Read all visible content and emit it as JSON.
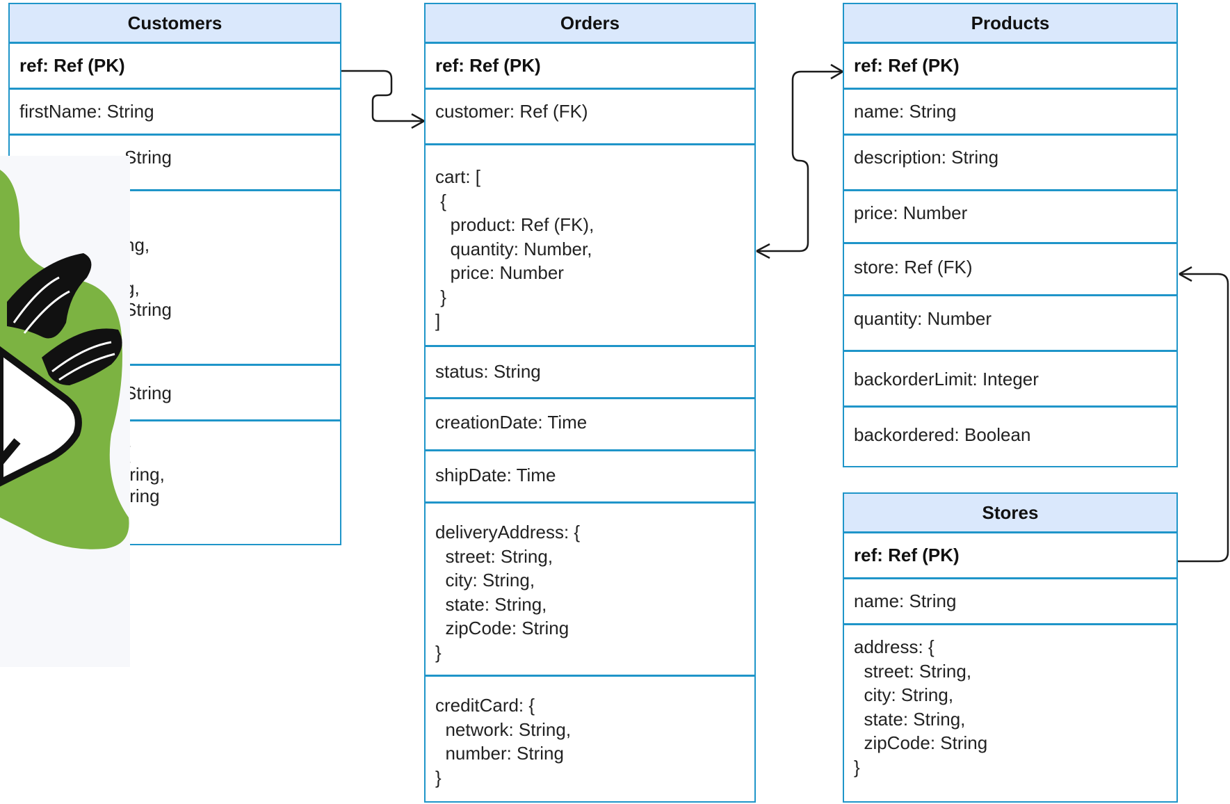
{
  "customers": {
    "title": "Customers",
    "rows": [
      "ref: Ref (PK)",
      "firstName: String",
      "lastName: String",
      "email: String,\nphone: String,\naddress: String,\nzipCode: String",
      "password: String",
      "creditCard: {\n  network: String,\n  number: String\n}"
    ],
    "visible_rows": [
      "ref: Ref (PK)",
      "firstName: String",
      "String",
      "ng,\n,\ng,\nString",
      "String",
      "{\ntring,\ntring"
    ]
  },
  "orders": {
    "title": "Orders",
    "rows": [
      "ref: Ref (PK)",
      "customer: Ref (FK)",
      "cart: [\n {\n   product: Ref (FK),\n   quantity: Number,\n   price: Number\n }\n]",
      "status: String",
      "creationDate: Time",
      "shipDate: Time",
      "deliveryAddress: {\n  street: String,\n  city: String,\n  state: String,\n  zipCode: String\n}",
      "creditCard: {\n  network: String,\n  number: String\n}"
    ]
  },
  "products": {
    "title": "Products",
    "rows": [
      "ref: Ref (PK)",
      "name: String",
      "description: String",
      "price: Number",
      "store: Ref (FK)",
      "quantity: Number",
      "backorderLimit: Integer",
      "backordered: Boolean"
    ]
  },
  "stores": {
    "title": "Stores",
    "rows": [
      "ref: Ref (PK)",
      "name: String",
      "address: {\n  street: String,\n  city: String,\n  state: String,\n  zipCode: String\n}"
    ]
  },
  "colors": {
    "border": "#1f95c9",
    "header_fill": "#dae8fc",
    "connector": "#1a1a1a",
    "decor_green": "#7cb342"
  },
  "decoration": {
    "icon": "leafy-illustration-icon"
  }
}
